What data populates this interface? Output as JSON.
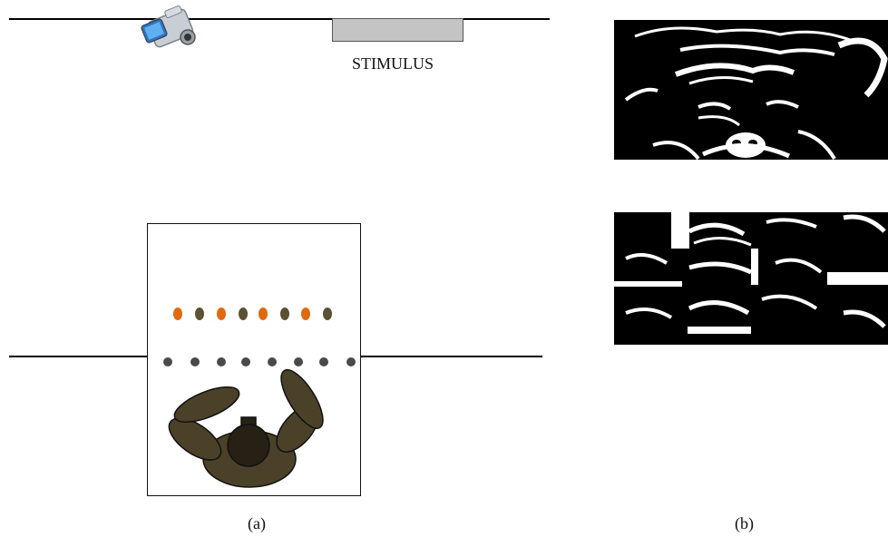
{
  "left_panel": {
    "stimulus_label": "STIMULUS",
    "camera_icon": "video-camera-icon",
    "colors": {
      "orange_token": "#e06a10",
      "olive_token": "#5b5232",
      "gray_token": "#4a4a4a",
      "figure_fill": "#4b4129",
      "head_fill": "#262114"
    },
    "caption": "(a)"
  },
  "right_panel": {
    "top_image": "chimpanzee-face-binarized",
    "bottom_image": "chimpanzee-face-scrambled",
    "caption": "(b)"
  }
}
